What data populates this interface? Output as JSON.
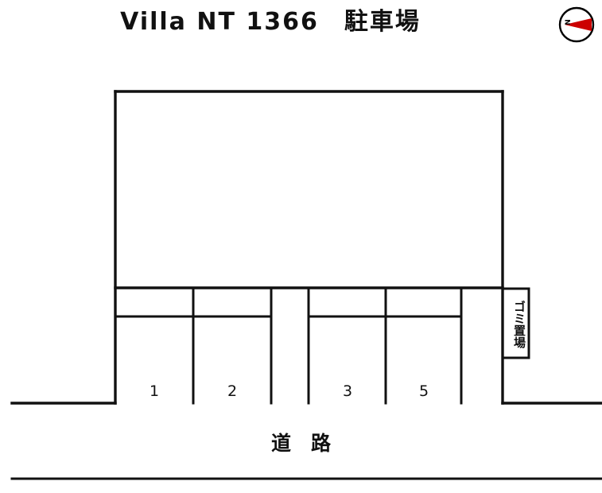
{
  "title": {
    "text": "Villa NT 1366　駐車場"
  },
  "compass": {
    "icon": "compass-north-icon",
    "letter": "N",
    "needle_color": "#cc0000",
    "ring_color": "#000000"
  },
  "plan": {
    "line_color": "#111111",
    "building": {
      "name": "building-outline"
    },
    "stalls": [
      {
        "number": "1"
      },
      {
        "number": "2"
      },
      {
        "number": ""
      },
      {
        "number": "3"
      },
      {
        "number": "5"
      },
      {
        "number": ""
      }
    ],
    "trash_area": {
      "label": "ゴミ置場"
    },
    "road": {
      "label": "道　路"
    }
  }
}
